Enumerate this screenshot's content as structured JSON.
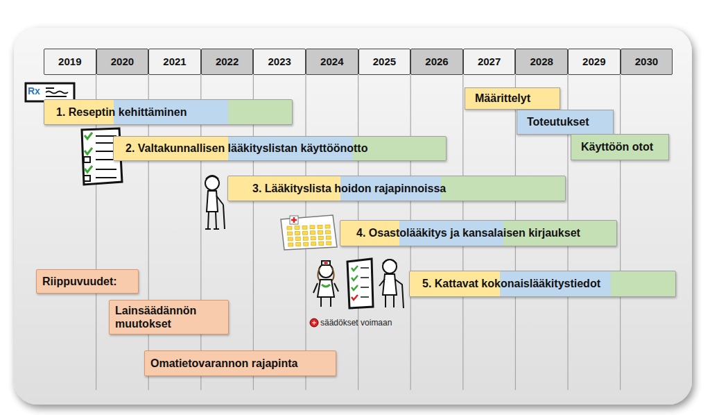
{
  "diagram": {
    "nodes": [
      {
        "text": [
          "2019"
        ]
      },
      {
        "text": [
          "2020"
        ]
      },
      {
        "text": [
          "2021"
        ]
      },
      {
        "text": [
          "2022"
        ]
      },
      {
        "text": [
          "2023"
        ]
      },
      {
        "text": [
          "2024"
        ]
      },
      {
        "text": [
          "2025"
        ]
      },
      {
        "text": [
          "2026"
        ]
      },
      {
        "text": [
          "2027"
        ]
      },
      {
        "text": [
          "2028"
        ]
      },
      {
        "text": [
          "2029"
        ]
      },
      {
        "text": [
          "2030"
        ]
      },
      {
        "text": [
          "1. Reseptin kehittäminen"
        ]
      },
      {
        "text": [
          "2. Valtakunnallisen lääkityslistan käyttöönotto"
        ]
      },
      {
        "text": [
          "3. Lääkityslista hoidon rajapinnoissa"
        ]
      },
      {
        "text": [
          "4. Osastolääkitys ja kansalaisen kirjaukset"
        ]
      },
      {
        "text": [
          "Riippuvuudet:"
        ]
      },
      {
        "text": [
          "5. Kattavat kokonaislääkitystiedot"
        ]
      },
      {
        "text": [
          "Lainsäädännön muutokset"
        ]
      },
      {
        "text": [
          "Omatietovarannon rajapinta"
        ]
      }
    ],
    "labels": [
      "Rx",
      "säädökset voimaan"
    ],
    "legend": [
      {
        "text": "Määrittelyt",
        "color": "#ffe699"
      },
      {
        "text": "Toteutukset",
        "color": "#bdd7ee"
      },
      {
        "text": "Käyttöön otot",
        "color": "#c5e0b4"
      }
    ]
  }
}
